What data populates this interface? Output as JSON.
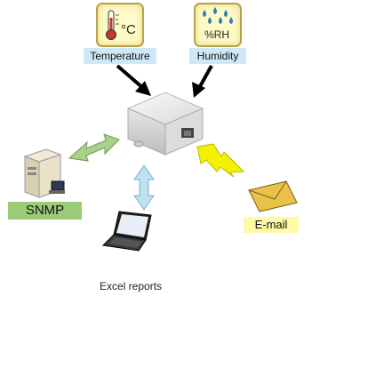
{
  "sensors": {
    "temperature": {
      "label": "Temperature",
      "unit": "°C",
      "icon": "thermometer-icon"
    },
    "humidity": {
      "label": "Humidity",
      "unit": "%RH",
      "icon": "water-drops-icon"
    }
  },
  "outputs": {
    "snmp": {
      "label": "SNMP",
      "icon": "server-icon"
    },
    "excel": {
      "label": "Excel reports",
      "icon": "laptop-icon"
    },
    "email": {
      "label": "E-mail",
      "icon": "envelope-icon"
    }
  },
  "colors": {
    "label_blue": "#cfe8f7",
    "label_green": "#9ccc78",
    "label_yellow": "#fff9a8",
    "arrow_green": "#a8d08a",
    "arrow_blue": "#bfe0f2",
    "arrow_yellow": "#f2f200"
  }
}
